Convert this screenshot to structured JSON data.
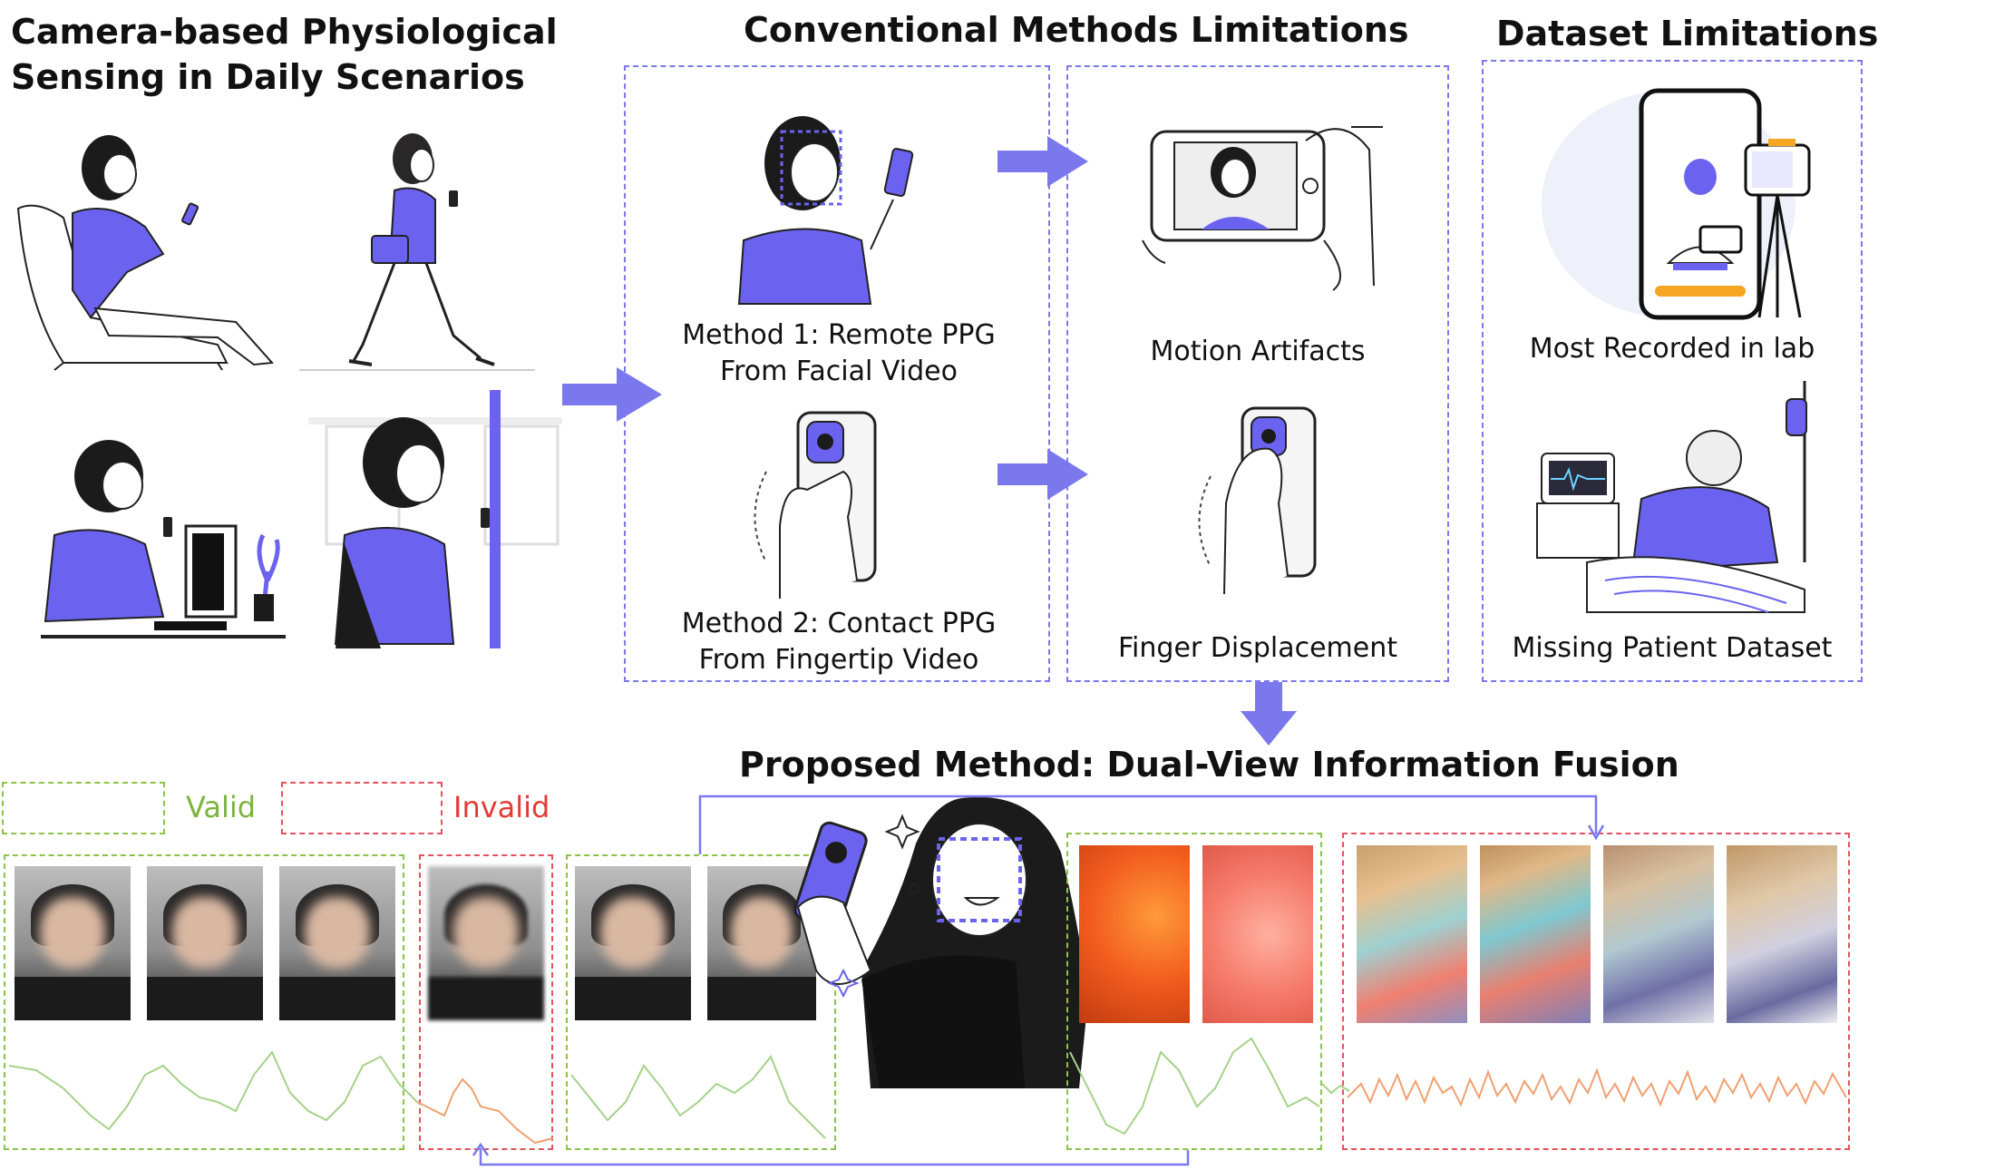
{
  "headings": {
    "daily": [
      "Camera-based Physiological",
      "Sensing in Daily Scenarios"
    ],
    "conventional": "Conventional Methods Limitations",
    "dataset": "Dataset Limitations",
    "proposed": "Proposed Method: Dual-View Information Fusion"
  },
  "captions": {
    "method1": [
      "Method 1: Remote PPG",
      "From Facial Video"
    ],
    "method2": [
      "Method 2: Contact PPG",
      "From Fingertip Video"
    ],
    "motion": "Motion Artifacts",
    "finger_disp": "Finger Displacement",
    "lab": "Most Recorded in lab",
    "patient": "Missing Patient Dataset"
  },
  "legend": {
    "valid": "Valid",
    "invalid": "Invalid"
  },
  "colors": {
    "accent": "#6b63f0",
    "arrow": "#7b78ee",
    "valid": "#8bc34a",
    "invalid": "#e5515c",
    "valid_text": "#7cb342",
    "invalid_text": "#e53935",
    "signal_valid": "#a5d28a",
    "signal_invalid": "#f0a070"
  }
}
